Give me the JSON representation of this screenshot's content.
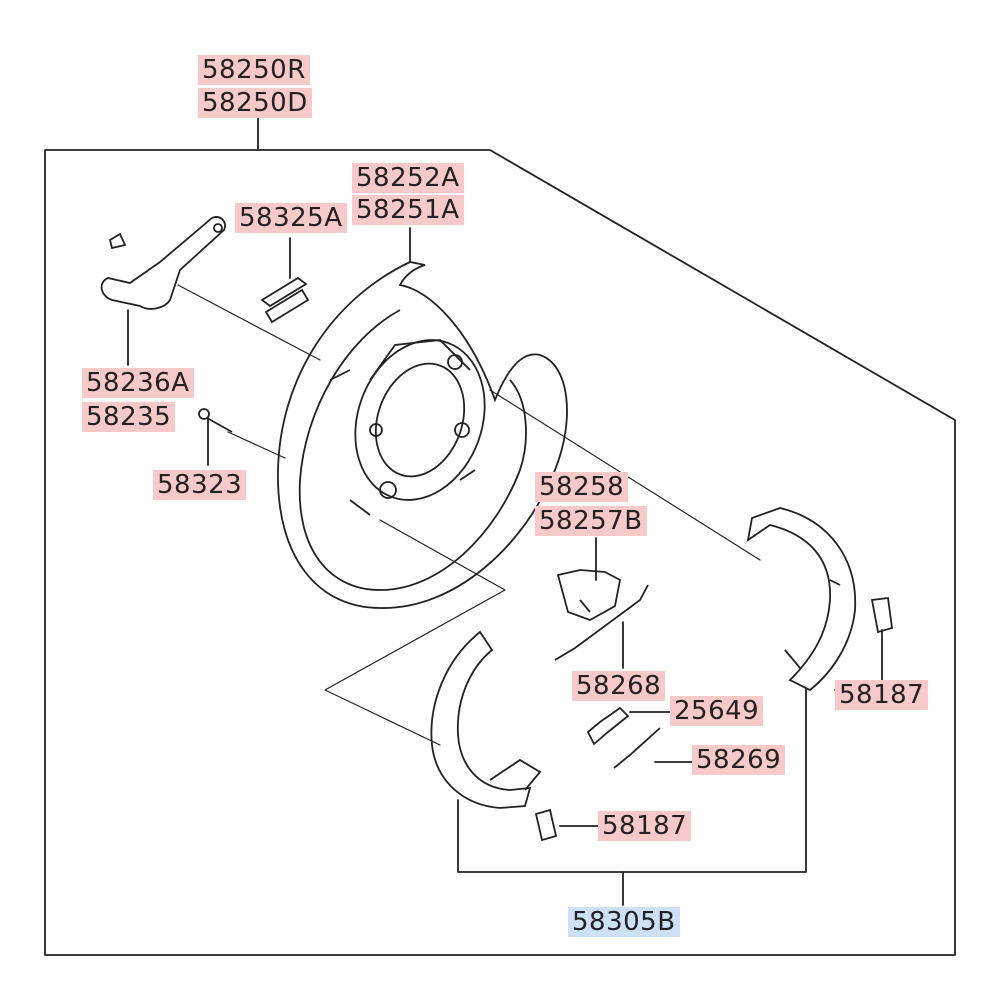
{
  "colors": {
    "highlight_red": "#f8c9c9",
    "highlight_blue": "#cde0f7",
    "line": "#222222"
  },
  "labels": {
    "backplate_right": "58250R",
    "backplate_left": "58250D",
    "dust_cover_a2": "58252A",
    "dust_cover_a1": "58251A",
    "clip": "58325A",
    "lever_a": "58236A",
    "lever": "58235",
    "pin": "58323",
    "adjuster_1": "58258",
    "adjuster_2": "58257B",
    "spring_upper": "58268",
    "adjuster_screw": "25649",
    "spring_lower": "58269",
    "retainer_right": "58187",
    "retainer_left": "58187",
    "shoe_kit": "58305B"
  }
}
